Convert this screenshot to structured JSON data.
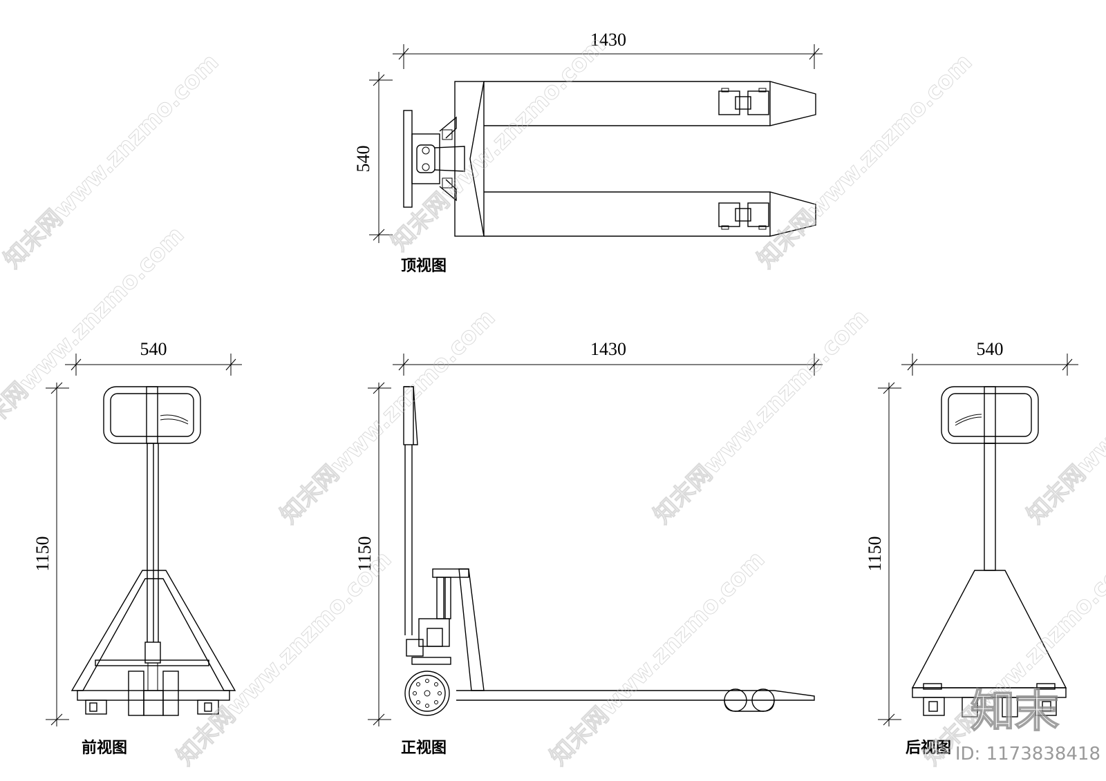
{
  "dimensions": {
    "top_length": "1430",
    "top_width": "540",
    "front_width": "540",
    "front_height": "1150",
    "side_length": "1430",
    "side_height": "1150",
    "back_width": "540",
    "back_height": "1150"
  },
  "captions": {
    "top_view": "顶视图",
    "front_view": "前视图",
    "side_view": "正视图",
    "back_view": "后视图"
  },
  "watermark": {
    "text": "知末网www.znzmo.com",
    "logo": "知末",
    "id": "ID: 1173838418"
  }
}
